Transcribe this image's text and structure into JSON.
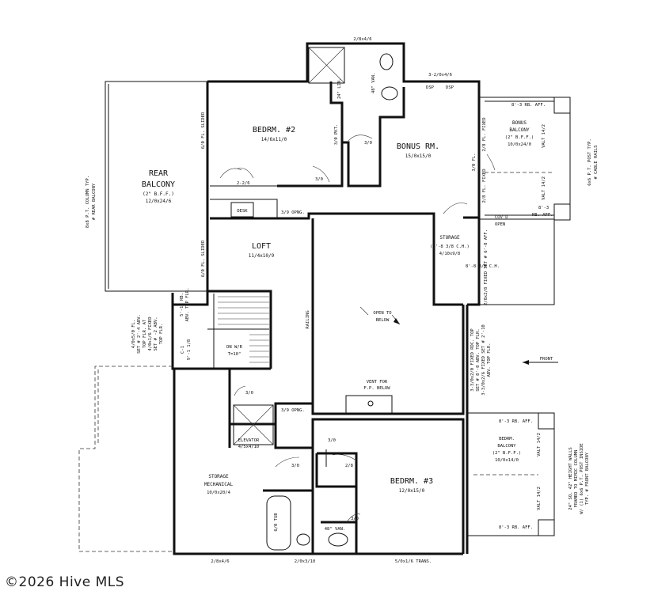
{
  "rooms": {
    "rear_balcony": {
      "l1": "REAR",
      "l2": "BALCONY",
      "l3": "(2\" B.F.F.)",
      "l4": "12/0x24/6"
    },
    "bedroom2": {
      "l1": "BEDRM. #2",
      "l2": "14/6x11/0"
    },
    "bonus_room": {
      "l1": "BONUS RM.",
      "l2": "15/0x15/0"
    },
    "bonus_balcony": {
      "l1": "BONUS",
      "l2": "BALCONY",
      "l3": "(2\" B.F.F.)",
      "l4": "10/0x24/0"
    },
    "loft": {
      "l1": "LOFT",
      "l2": "11/4x10/9"
    },
    "storage_upper": {
      "l1": "STORAGE",
      "l2": "(8'-8 3/8 C.H.)",
      "l3": "4/10x9/8"
    },
    "open_to_below": {
      "l1": "OPEN TO",
      "l2": "BELOW"
    },
    "storage_mech": {
      "l1": "STORAGE",
      "l2": "MECHANICAL",
      "l3": "10/0x20/4"
    },
    "bedroom3": {
      "l1": "BEDRM. #3",
      "l2": "12/0x15/0"
    },
    "bedrm_balcony": {
      "l1": "BEDRM.",
      "l2": "BALCONY",
      "l3": "(2\" B.F.F.)",
      "l4": "10/0x14/0"
    },
    "elevator": {
      "l1": "ELEVATOR",
      "l2": "4/5x4/10"
    },
    "desk": "DESK",
    "dn_stair": {
      "l1": "DN W/R",
      "l2": "T=10\""
    }
  },
  "labels": {
    "top_window": "2/8x4/6",
    "bonus_window": "3-2/0x4/6",
    "dsp1": "DSP",
    "dsp2": "DSP",
    "van48_top": "48\" VAN.",
    "lin": "24\" LIN.",
    "rb_aff_1": "8'-3 RB. AFF.",
    "rb_aff_2": "8'-3",
    "rb_aff_2b": "RB. AFF.",
    "covd_open": "COV'D",
    "covd_open2": "OPEN",
    "post_note": "6x6 P.T. POST TYP.",
    "post_note2": "# CABLE RAILS",
    "rear_column": "8x8 P.T. COLUMN TYP.",
    "rear_column2": "# REAR BALCONY",
    "slider_upper": "6/0 FL. SLIDER",
    "slider_lower": "6/0 FL. SLIDER",
    "pkt": "3/0 PKT.",
    "door30a": "3/0",
    "door30b": "3/0",
    "door226": "2-2/6",
    "ofng_upper": "3/9 OPNG.",
    "ofng_lower": "3/9 OPNG.",
    "fl_fixed_1": "2/8 FL. FIXED",
    "fl_fixed_2": "3/0 FL.",
    "fl_fixed_3": "2/8 FL. FIXED",
    "valt1": "VALT 14/2",
    "valt2": "VALT 14/2",
    "valt3": "VALT 14/2",
    "valt4": "VALT 14/2",
    "railing": "RAILING",
    "vent1": "VENT FOR",
    "vent2": "F.P. BELOW",
    "front": "FRONT",
    "rb_aff_3": "8'-3 RB. AFF.",
    "rb_aff_4": "8'-3 RB. AFF.",
    "window_bottom_1": "2/8x4/6",
    "window_bottom_2": "2/0x3/10",
    "window_bottom_3": "5/0x1/6 TRANS.",
    "van48_bottom": "48\" VAN.",
    "tub": "6/0 TUB",
    "door_bed3_30": "3/0",
    "door_bed3_28": "2/8",
    "door_bed3_30b": "3/0",
    "door_mech_30": "3/0",
    "door_elev_30": "3/0",
    "stair_notes_1": "4/0x5/0 FL.",
    "stair_notes_2": "SET # 2'-4 ABV.",
    "stair_notes_3": "TOP FLR. AT",
    "stair_notes_4": "4/0x1/6 FIXED",
    "stair_notes_5": "SET # -2 ABV.",
    "stair_notes_6": "TOP FLR.",
    "front_notes_1": "3-3/0x2/0 FIXED RDC. TOP",
    "front_notes_2": "SET # 8'-8 ABV. TOP FLR.",
    "front_notes_3": "3-3/0x2/6 FIXED SET # 2'-10",
    "front_notes_4": "ABV. TOP FLR.",
    "right_notes_1": "24\" SQ. 42\" HEIGHT WALLS",
    "right_notes_2": "FRAMED TO MIMIC COLUMN",
    "right_notes_3": "W/ (1) 6x6 P.T. POST INSIDE",
    "right_notes_4": "TYP. # FRONT BALCONY",
    "storage_ch": "8'-8 3/8 C.H.",
    "rdc_note": "2/8x2/8 FIXED SET # 6'-8 AFF.",
    "wall_note_1": "5'-10 RB.",
    "wall_note_2": "ABV. TOP FLR.",
    "c1": "C-1",
    "c1b": "9'-1 1/8"
  },
  "watermark": "©2026 Hive MLS"
}
